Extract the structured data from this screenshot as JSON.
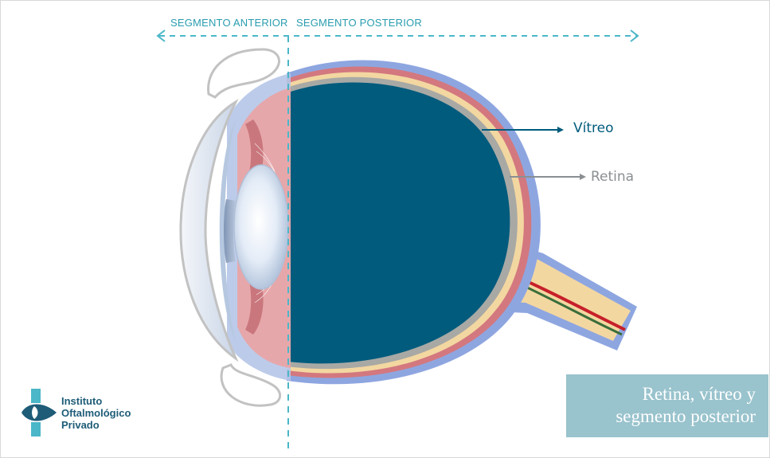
{
  "labels": {
    "segment_anterior": "SEGMENTO ANTERIOR",
    "segment_posterior": "SEGMENTO POSTERIOR",
    "vitreo": "Vítreo",
    "retina": "Retina"
  },
  "title": {
    "line1": "Retina, vítreo y",
    "line2": "segmento posterior"
  },
  "logo": {
    "line1": "Instituto",
    "line2": "Oftalmológico",
    "line3": "Privado"
  },
  "colors": {
    "vitreous": "#005b7d",
    "sclera": "#8ea6e0",
    "choroid": "#d3787f",
    "retina": "#a8a9a5",
    "optic_nerve": "#f3d7a1",
    "segment_line": "#4bb7c8",
    "title_box": "#99c3cd",
    "label_vitreo": "#005b7d",
    "label_retina": "#8a8f93"
  }
}
